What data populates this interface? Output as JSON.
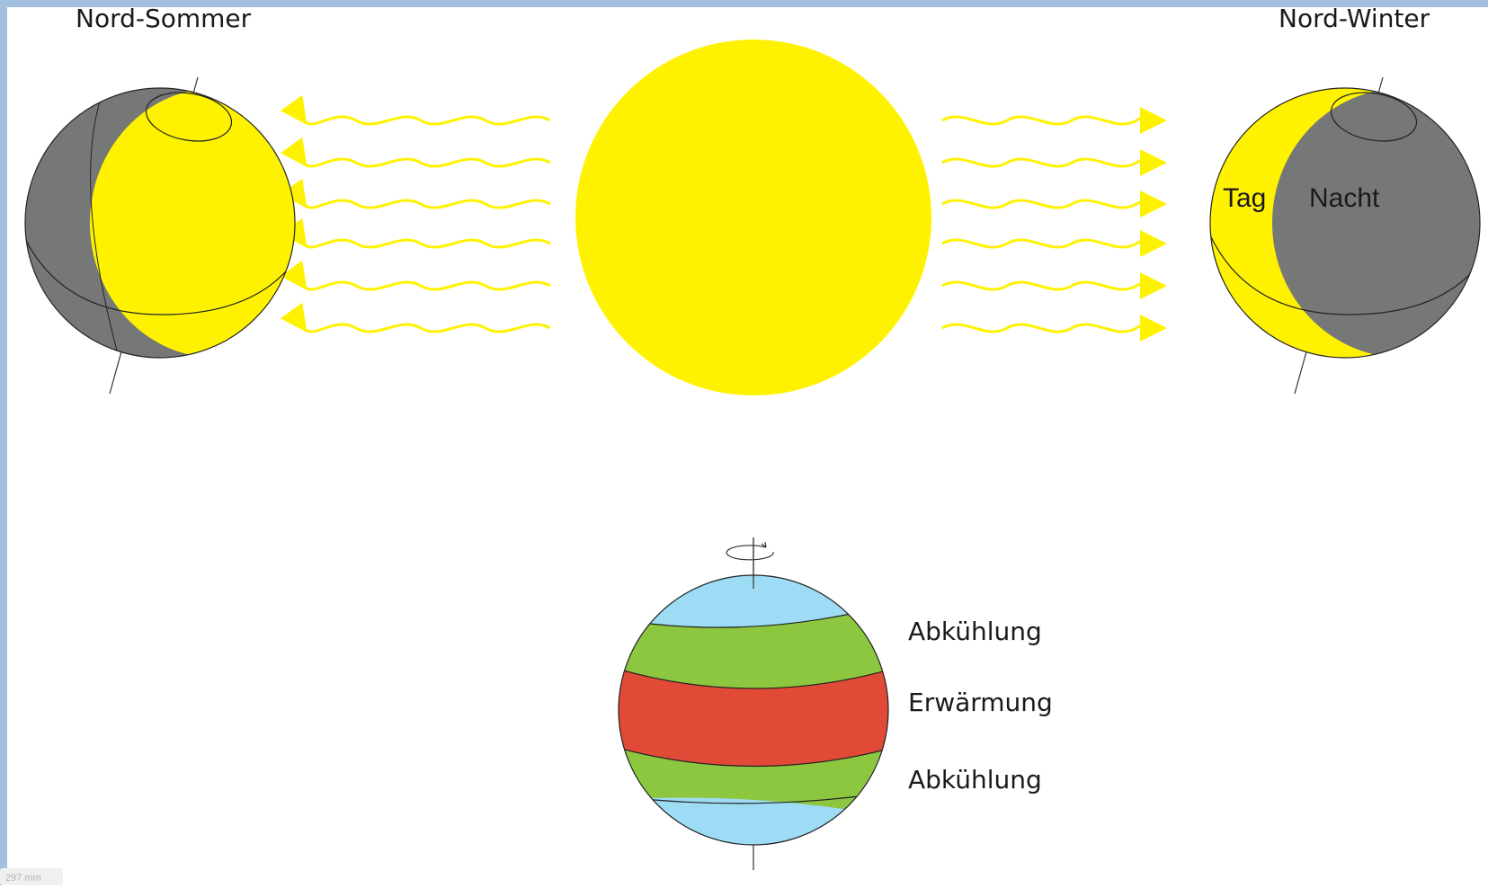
{
  "labels": {
    "summer": "Nord-Sommer",
    "winter": "Nord-Winter",
    "day": "Tag",
    "night": "Nacht",
    "cooling_top": "Abkühlung",
    "warming": "Erwärmung",
    "cooling_bottom": "Abkühlung"
  },
  "ruler_text": "297 mm",
  "colors": {
    "sun": "#fff200",
    "night": "#767878",
    "polar": "#9ddcf4",
    "temperate": "#8dc63f",
    "tropical": "#e04a36",
    "frame": "#a3c0e0"
  }
}
